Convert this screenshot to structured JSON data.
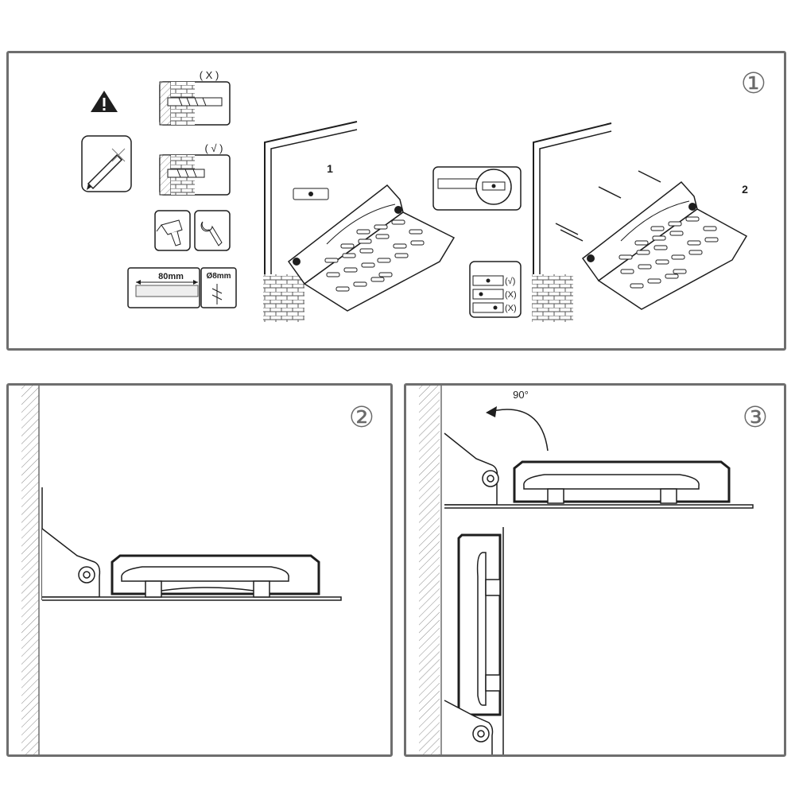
{
  "steps": {
    "one": "①",
    "two": "②",
    "three": "③"
  },
  "panel1": {
    "anchor_wrong": "( X )",
    "anchor_right": "( √ )",
    "drill_depth": "80mm",
    "drill_diameter": "Ø8mm",
    "sub_step_1": "1",
    "sub_step_2": "2",
    "level_check": [
      "(√)",
      "(X)",
      "(X)"
    ]
  },
  "panel3": {
    "angle": "90°"
  },
  "colors": {
    "line": "#1e1e1e",
    "frame": "#6e6e6e",
    "hatch": "#8a8a8a"
  }
}
